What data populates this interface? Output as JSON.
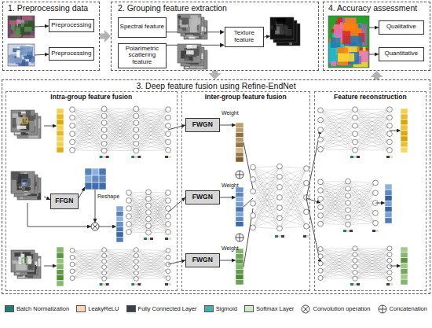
{
  "diagram": {
    "nodes": [
      {
        "text": [
          "1. Preprocessing data"
        ]
      },
      {
        "text": [
          "Preprocessing"
        ],
        "in": 0
      },
      {
        "text": [
          "Preprocessing"
        ],
        "in": 0
      },
      {
        "text": [
          "2. Grouping feature extraction"
        ]
      },
      {
        "text": [
          "Spectral feature"
        ],
        "in": 3
      },
      {
        "text": [
          "Polarimetric scattering feature"
        ],
        "in": 3
      },
      {
        "text": [
          "Texture feature"
        ],
        "in": 3
      },
      {
        "text": [
          "4. Accuracy assessment"
        ]
      },
      {
        "text": [
          "Qualitative"
        ],
        "in": 7
      },
      {
        "text": [
          "Quantitative"
        ],
        "in": 7
      },
      {
        "text": [
          "3. Deep feature fusion using Refine-EndNet"
        ]
      },
      {
        "text": [
          "Intra-group feature fusion"
        ],
        "in": 10
      },
      {
        "text": [
          "FFGN"
        ],
        "in": 11
      },
      {
        "text": [
          "Inter-group feature fusion"
        ],
        "in": 10
      },
      {
        "text": [
          "FWGN"
        ],
        "in": 13
      },
      {
        "text": [
          "FWGN"
        ],
        "in": 13
      },
      {
        "text": [
          "FWGN"
        ],
        "in": 13
      },
      {
        "text": [
          "Feature reconstruction"
        ],
        "in": 10
      }
    ],
    "edges": [
      {
        "from": 0,
        "to": 3,
        "arrow": "to"
      },
      {
        "from": 3,
        "to": 10,
        "arrow": "to"
      },
      {
        "from": 10,
        "to": 7,
        "arrow": "to"
      },
      {
        "from": 4,
        "to": 6,
        "arrow": "to"
      },
      {
        "from": 5,
        "to": 6,
        "arrow": "to"
      }
    ],
    "labels": [
      "Reshape",
      "Weight",
      "Weight",
      "Weight"
    ],
    "legend": [
      {
        "text": "Batch Normalization",
        "color": "#1f7d74"
      },
      {
        "text": "LeakyReLU",
        "color": "#f6d8b8"
      },
      {
        "text": "Fully Connected Layer",
        "color": "#3b3e4a"
      },
      {
        "text": "Sigmoid",
        "color": "#45b0ac"
      },
      {
        "text": "Softmax Layer",
        "color": "#cfe8c8"
      },
      {
        "text": "Convolution operation"
      },
      {
        "text": "Concatenation"
      }
    ]
  }
}
